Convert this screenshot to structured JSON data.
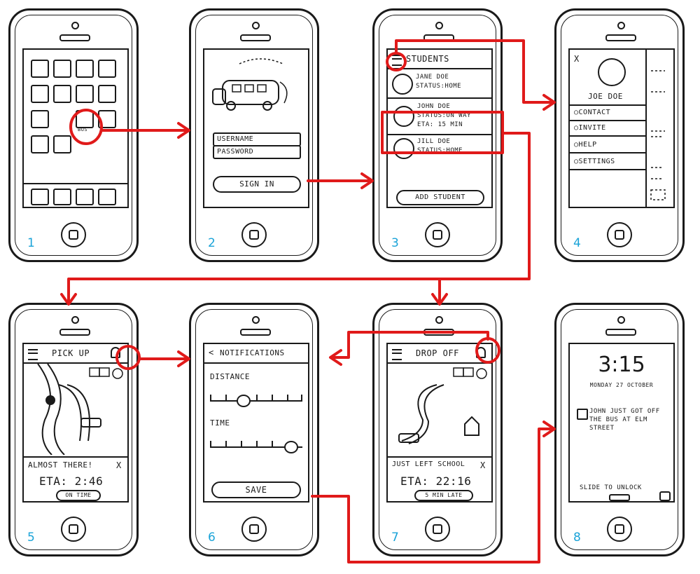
{
  "screens": {
    "s1": {
      "number": "1",
      "bus_label": "BUS"
    },
    "s2": {
      "number": "2",
      "username": "USERNAME",
      "password": "PASSWORD",
      "sign_in": "SIGN IN"
    },
    "s3": {
      "number": "3",
      "title": "STUDENTS",
      "students": [
        {
          "name": "JANE DOE",
          "status": "STATUS:HOME",
          "eta": ""
        },
        {
          "name": "JOHN DOE",
          "status": "STATUS:ON WAY",
          "eta": "ETA: 15 MIN"
        },
        {
          "name": "JILL DOE",
          "status": "STATUS:HOME",
          "eta": ""
        }
      ],
      "add_student": "ADD STUDENT"
    },
    "s4": {
      "number": "4",
      "close": "X",
      "user_name": "JOE DOE",
      "menu": [
        "CONTACT",
        "INVITE",
        "HELP",
        "SETTINGS"
      ]
    },
    "s5": {
      "number": "5",
      "title": "PICK UP",
      "banner": "ALMOST THERE!",
      "close": "X",
      "eta": "ETA: 2:46",
      "status_pill": "ON TIME"
    },
    "s6": {
      "number": "6",
      "back": "<",
      "title": "NOTIFICATIONS",
      "distance_label": "DISTANCE",
      "time_label": "TIME",
      "save": "SAVE"
    },
    "s7": {
      "number": "7",
      "title": "DROP OFF",
      "banner": "JUST LEFT SCHOOL",
      "close": "X",
      "eta": "ETA: 22:16",
      "status_pill": "5 MIN LATE"
    },
    "s8": {
      "number": "8",
      "time": "3:15",
      "date": "MONDAY 27 OCTOBER",
      "notification": "JOHN JUST GOT OFF THE BUS AT ELM STREET",
      "unlock": "SLIDE TO UNLOCK"
    }
  },
  "colors": {
    "flow_arrow": "#e01a1a",
    "ink": "#1a1a1a",
    "screen_number": "#1aa3d8"
  }
}
